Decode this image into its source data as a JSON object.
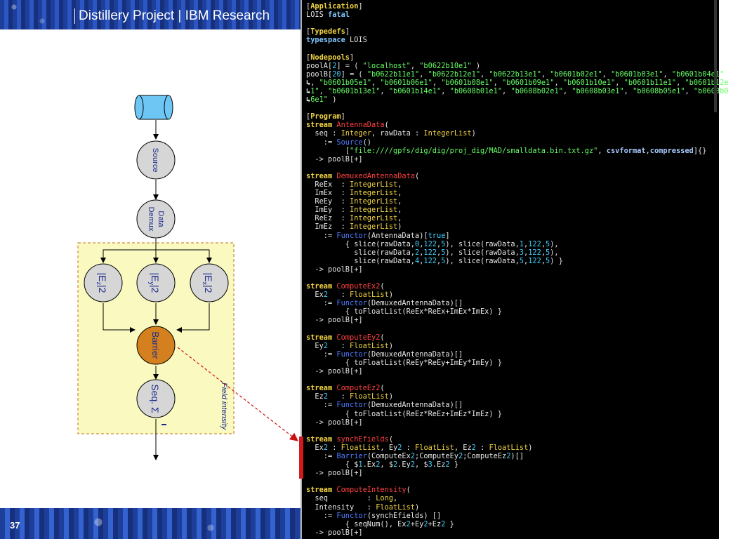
{
  "slide": {
    "title": "Distillery Project | IBM Research",
    "page_number": "37"
  },
  "diagram": {
    "source_label": "Source",
    "demux_label_line1": "Data",
    "demux_label_line2": "Demux",
    "ez_label": "|E",
    "ey_label": "|E",
    "ex_label": "|E",
    "ez_sub": "z",
    "ey_sub": "y",
    "ex_sub": "x",
    "sq": "|2",
    "barrier_label": "Barrier",
    "seq_label": "Seq. Σ",
    "field_intensity_label": "Field intensity",
    "colors": {
      "cylinder_fill": "#6ec6f5",
      "node_fill": "#d6d6d6",
      "barrier_fill": "#d4801e",
      "box_fill": "#fafac0",
      "box_border": "#c0701a",
      "callout": "#cc1111",
      "text": "#1a2a8a"
    }
  },
  "code": {
    "lines": [
      [
        [
          "tk-bracket",
          "["
        ],
        [
          "tk-section",
          "Application"
        ],
        [
          "tk-bracket",
          "]"
        ]
      ],
      [
        [
          "tk-plain",
          "LOIS "
        ],
        [
          "tk-kw2",
          "fatal"
        ]
      ],
      [],
      [
        [
          "tk-bracket",
          "["
        ],
        [
          "tk-section",
          "Typedefs"
        ],
        [
          "tk-bracket",
          "]"
        ]
      ],
      [
        [
          "tk-kw2",
          "typespace"
        ],
        [
          "tk-plain",
          " LOIS"
        ]
      ],
      [],
      [
        [
          "tk-bracket",
          "["
        ],
        [
          "tk-section",
          "Nodepools"
        ],
        [
          "tk-bracket",
          "]"
        ]
      ],
      [
        [
          "tk-plain",
          "poolA["
        ],
        [
          "tk-num",
          "2"
        ],
        [
          "tk-plain",
          "] = ( "
        ],
        [
          "tk-str",
          "\"localhost\""
        ],
        [
          "tk-plain",
          ", "
        ],
        [
          "tk-str",
          "\"b0622b10e1\""
        ],
        [
          "tk-plain",
          " )"
        ]
      ],
      [
        [
          "tk-plain",
          "poolB["
        ],
        [
          "tk-num",
          "20"
        ],
        [
          "tk-plain",
          "] = ( "
        ],
        [
          "tk-str",
          "\"b0622b11e1\""
        ],
        [
          "tk-plain",
          ", "
        ],
        [
          "tk-str",
          "\"b0622b12e1\""
        ],
        [
          "tk-plain",
          ", "
        ],
        [
          "tk-str",
          "\"b0622b13e1\""
        ],
        [
          "tk-plain",
          ", "
        ],
        [
          "tk-str",
          "\"b0601b02e1\""
        ],
        [
          "tk-plain",
          ", "
        ],
        [
          "tk-str",
          "\"b0601b03e1\""
        ],
        [
          "tk-plain",
          ", "
        ],
        [
          "tk-str",
          "\"b0601b04e1\""
        ],
        [
          "tk-wrap",
          "↴"
        ]
      ],
      [
        [
          "tk-wrap",
          "↳"
        ],
        [
          "tk-plain",
          ", "
        ],
        [
          "tk-str",
          "\"b0601b05e1\""
        ],
        [
          "tk-plain",
          ", "
        ],
        [
          "tk-str",
          "\"b0601b06e1\""
        ],
        [
          "tk-plain",
          ", "
        ],
        [
          "tk-str",
          "\"b0601b08e1\""
        ],
        [
          "tk-plain",
          ", "
        ],
        [
          "tk-str",
          "\"b0601b09e1\""
        ],
        [
          "tk-plain",
          ", "
        ],
        [
          "tk-str",
          "\"b0601b10e1\""
        ],
        [
          "tk-plain",
          ", "
        ],
        [
          "tk-str",
          "\"b0601b11e1\""
        ],
        [
          "tk-plain",
          ", "
        ],
        [
          "tk-str",
          "\"b0601b12e"
        ],
        [
          "tk-wrap",
          "↴"
        ]
      ],
      [
        [
          "tk-wrap",
          "↳"
        ],
        [
          "tk-str",
          "1\""
        ],
        [
          "tk-plain",
          ", "
        ],
        [
          "tk-str",
          "\"b0601b13e1\""
        ],
        [
          "tk-plain",
          ", "
        ],
        [
          "tk-str",
          "\"b0601b14e1\""
        ],
        [
          "tk-plain",
          ", "
        ],
        [
          "tk-str",
          "\"b0608b01e1\""
        ],
        [
          "tk-plain",
          ", "
        ],
        [
          "tk-str",
          "\"b0608b02e1\""
        ],
        [
          "tk-plain",
          ", "
        ],
        [
          "tk-str",
          "\"b0608b03e1\""
        ],
        [
          "tk-plain",
          ", "
        ],
        [
          "tk-str",
          "\"b0608b05e1\""
        ],
        [
          "tk-plain",
          ", "
        ],
        [
          "tk-str",
          "\"b0608b0"
        ],
        [
          "tk-wrap",
          "↴"
        ]
      ],
      [
        [
          "tk-wrap",
          "↳"
        ],
        [
          "tk-str",
          "6e1\""
        ],
        [
          "tk-plain",
          " )"
        ]
      ],
      [],
      [
        [
          "tk-bracket",
          "["
        ],
        [
          "tk-section",
          "Program"
        ],
        [
          "tk-bracket",
          "]"
        ]
      ],
      [
        [
          "tk-kw",
          "stream"
        ],
        [
          "tk-plain",
          " "
        ],
        [
          "tk-name",
          "AntennaData"
        ],
        [
          "tk-plain",
          "("
        ]
      ],
      [
        [
          "tk-plain",
          "  seq : "
        ],
        [
          "tk-type",
          "Integer"
        ],
        [
          "tk-plain",
          ", rawData : "
        ],
        [
          "tk-type",
          "IntegerList"
        ],
        [
          "tk-plain",
          ")"
        ]
      ],
      [
        [
          "tk-plain",
          "    := "
        ],
        [
          "tk-fn",
          "Source"
        ],
        [
          "tk-plain",
          "()"
        ]
      ],
      [
        [
          "tk-plain",
          "         ["
        ],
        [
          "tk-str",
          "\"file:////gpfs/dig/dig/proj_dig/MAD/smalldata.bin.txt.gz\""
        ],
        [
          "tk-plain",
          ", "
        ],
        [
          "tk-opt",
          "csvformat"
        ],
        [
          "tk-plain",
          ","
        ],
        [
          "tk-opt",
          "compressed"
        ],
        [
          "tk-plain",
          "]{}"
        ]
      ],
      [
        [
          "tk-plain",
          "  -> poolB[+]"
        ]
      ],
      [],
      [
        [
          "tk-kw",
          "stream"
        ],
        [
          "tk-plain",
          " "
        ],
        [
          "tk-name",
          "DemuxedAntennaData"
        ],
        [
          "tk-plain",
          "("
        ]
      ],
      [
        [
          "tk-plain",
          "  ReEx  : "
        ],
        [
          "tk-type",
          "IntegerList"
        ],
        [
          "tk-plain",
          ","
        ]
      ],
      [
        [
          "tk-plain",
          "  ImEx  : "
        ],
        [
          "tk-type",
          "IntegerList"
        ],
        [
          "tk-plain",
          ","
        ]
      ],
      [
        [
          "tk-plain",
          "  ReEy  : "
        ],
        [
          "tk-type",
          "IntegerList"
        ],
        [
          "tk-plain",
          ","
        ]
      ],
      [
        [
          "tk-plain",
          "  ImEy  : "
        ],
        [
          "tk-type",
          "IntegerList"
        ],
        [
          "tk-plain",
          ","
        ]
      ],
      [
        [
          "tk-plain",
          "  ReEz  : "
        ],
        [
          "tk-type",
          "IntegerList"
        ],
        [
          "tk-plain",
          ","
        ]
      ],
      [
        [
          "tk-plain",
          "  ImEz  : "
        ],
        [
          "tk-type",
          "IntegerList"
        ],
        [
          "tk-plain",
          ")"
        ]
      ],
      [
        [
          "tk-plain",
          "    := "
        ],
        [
          "tk-fn",
          "Functor"
        ],
        [
          "tk-plain",
          "(AntennaData)["
        ],
        [
          "tk-num",
          "true"
        ],
        [
          "tk-plain",
          "]"
        ]
      ],
      [
        [
          "tk-plain",
          "         { slice(rawData,"
        ],
        [
          "tk-num",
          "0"
        ],
        [
          "tk-plain",
          ","
        ],
        [
          "tk-num",
          "122"
        ],
        [
          "tk-plain",
          ","
        ],
        [
          "tk-num",
          "5"
        ],
        [
          "tk-plain",
          "), slice(rawData,"
        ],
        [
          "tk-num",
          "1"
        ],
        [
          "tk-plain",
          ","
        ],
        [
          "tk-num",
          "122"
        ],
        [
          "tk-plain",
          ","
        ],
        [
          "tk-num",
          "5"
        ],
        [
          "tk-plain",
          "),"
        ]
      ],
      [
        [
          "tk-plain",
          "           slice(rawData,"
        ],
        [
          "tk-num",
          "2"
        ],
        [
          "tk-plain",
          ","
        ],
        [
          "tk-num",
          "122"
        ],
        [
          "tk-plain",
          ","
        ],
        [
          "tk-num",
          "5"
        ],
        [
          "tk-plain",
          "), slice(rawData,"
        ],
        [
          "tk-num",
          "3"
        ],
        [
          "tk-plain",
          ","
        ],
        [
          "tk-num",
          "122"
        ],
        [
          "tk-plain",
          ","
        ],
        [
          "tk-num",
          "5"
        ],
        [
          "tk-plain",
          "),"
        ]
      ],
      [
        [
          "tk-plain",
          "           slice(rawData,"
        ],
        [
          "tk-num",
          "4"
        ],
        [
          "tk-plain",
          ","
        ],
        [
          "tk-num",
          "122"
        ],
        [
          "tk-plain",
          ","
        ],
        [
          "tk-num",
          "5"
        ],
        [
          "tk-plain",
          "), slice(rawData,"
        ],
        [
          "tk-num",
          "5"
        ],
        [
          "tk-plain",
          ","
        ],
        [
          "tk-num",
          "122"
        ],
        [
          "tk-plain",
          ","
        ],
        [
          "tk-num",
          "5"
        ],
        [
          "tk-plain",
          ") }"
        ]
      ],
      [
        [
          "tk-plain",
          "  -> poolB[+]"
        ]
      ],
      [],
      [
        [
          "tk-kw",
          "stream"
        ],
        [
          "tk-plain",
          " "
        ],
        [
          "tk-name",
          "ComputeEx2"
        ],
        [
          "tk-plain",
          "("
        ]
      ],
      [
        [
          "tk-plain",
          "  Ex"
        ],
        [
          "tk-num",
          "2"
        ],
        [
          "tk-plain",
          "   : "
        ],
        [
          "tk-type",
          "FloatList"
        ],
        [
          "tk-plain",
          ")"
        ]
      ],
      [
        [
          "tk-plain",
          "    := "
        ],
        [
          "tk-fn",
          "Functor"
        ],
        [
          "tk-plain",
          "(DemuxedAntennaData)[]"
        ]
      ],
      [
        [
          "tk-plain",
          "         { toFloatList(ReEx*ReEx+ImEx*ImEx) }"
        ]
      ],
      [
        [
          "tk-plain",
          "  -> poolB[+]"
        ]
      ],
      [],
      [
        [
          "tk-kw",
          "stream"
        ],
        [
          "tk-plain",
          " "
        ],
        [
          "tk-name",
          "ComputeEy2"
        ],
        [
          "tk-plain",
          "("
        ]
      ],
      [
        [
          "tk-plain",
          "  Ey"
        ],
        [
          "tk-num",
          "2"
        ],
        [
          "tk-plain",
          "   : "
        ],
        [
          "tk-type",
          "FloatList"
        ],
        [
          "tk-plain",
          ")"
        ]
      ],
      [
        [
          "tk-plain",
          "    := "
        ],
        [
          "tk-fn",
          "Functor"
        ],
        [
          "tk-plain",
          "(DemuxedAntennaData)[]"
        ]
      ],
      [
        [
          "tk-plain",
          "         { toFloatList(ReEy*ReEy+ImEy*ImEy) }"
        ]
      ],
      [
        [
          "tk-plain",
          "  -> poolB[+]"
        ]
      ],
      [],
      [
        [
          "tk-kw",
          "stream"
        ],
        [
          "tk-plain",
          " "
        ],
        [
          "tk-name",
          "ComputeEz2"
        ],
        [
          "tk-plain",
          "("
        ]
      ],
      [
        [
          "tk-plain",
          "  Ez"
        ],
        [
          "tk-num",
          "2"
        ],
        [
          "tk-plain",
          "   : "
        ],
        [
          "tk-type",
          "FloatList"
        ],
        [
          "tk-plain",
          ")"
        ]
      ],
      [
        [
          "tk-plain",
          "    := "
        ],
        [
          "tk-fn",
          "Functor"
        ],
        [
          "tk-plain",
          "(DemuxedAntennaData)[]"
        ]
      ],
      [
        [
          "tk-plain",
          "         { toFloatList(ReEz*ReEz+ImEz*ImEz) }"
        ]
      ],
      [
        [
          "tk-plain",
          "  -> poolB[+]"
        ]
      ],
      [],
      [
        [
          "tk-kw",
          "stream"
        ],
        [
          "tk-plain",
          " "
        ],
        [
          "tk-name",
          "synchEfields"
        ],
        [
          "tk-plain",
          "("
        ]
      ],
      [
        [
          "tk-plain",
          "  Ex"
        ],
        [
          "tk-num",
          "2"
        ],
        [
          "tk-plain",
          " : "
        ],
        [
          "tk-type",
          "FloatList"
        ],
        [
          "tk-plain",
          ", Ey"
        ],
        [
          "tk-num",
          "2"
        ],
        [
          "tk-plain",
          " : "
        ],
        [
          "tk-type",
          "FloatList"
        ],
        [
          "tk-plain",
          ", Ez"
        ],
        [
          "tk-num",
          "2"
        ],
        [
          "tk-plain",
          " : "
        ],
        [
          "tk-type",
          "FloatList"
        ],
        [
          "tk-plain",
          ")"
        ]
      ],
      [
        [
          "tk-plain",
          "    := "
        ],
        [
          "tk-fn",
          "Barrier"
        ],
        [
          "tk-plain",
          "(ComputeEx"
        ],
        [
          "tk-num",
          "2"
        ],
        [
          "tk-plain",
          ";ComputeEy"
        ],
        [
          "tk-num",
          "2"
        ],
        [
          "tk-plain",
          ";ComputeEz"
        ],
        [
          "tk-num",
          "2"
        ],
        [
          "tk-plain",
          ")[]"
        ]
      ],
      [
        [
          "tk-plain",
          "         { $"
        ],
        [
          "tk-num",
          "1"
        ],
        [
          "tk-plain",
          ".Ex"
        ],
        [
          "tk-num",
          "2"
        ],
        [
          "tk-plain",
          ", $"
        ],
        [
          "tk-num",
          "2"
        ],
        [
          "tk-plain",
          ".Ey"
        ],
        [
          "tk-num",
          "2"
        ],
        [
          "tk-plain",
          ", $"
        ],
        [
          "tk-num",
          "3"
        ],
        [
          "tk-plain",
          ".Ez"
        ],
        [
          "tk-num",
          "2"
        ],
        [
          "tk-plain",
          " }"
        ]
      ],
      [
        [
          "tk-plain",
          "  -> poolB[+]"
        ]
      ],
      [],
      [
        [
          "tk-kw",
          "stream"
        ],
        [
          "tk-plain",
          " "
        ],
        [
          "tk-name",
          "ComputeIntensity"
        ],
        [
          "tk-plain",
          "("
        ]
      ],
      [
        [
          "tk-plain",
          "  seq         : "
        ],
        [
          "tk-type",
          "Long"
        ],
        [
          "tk-plain",
          ","
        ]
      ],
      [
        [
          "tk-plain",
          "  Intensity   : "
        ],
        [
          "tk-type",
          "FloatList"
        ],
        [
          "tk-plain",
          ")"
        ]
      ],
      [
        [
          "tk-plain",
          "    := "
        ],
        [
          "tk-fn",
          "Functor"
        ],
        [
          "tk-plain",
          "(synchEfields) []"
        ]
      ],
      [
        [
          "tk-plain",
          "         { seqNum(), Ex"
        ],
        [
          "tk-num",
          "2"
        ],
        [
          "tk-plain",
          "+Ey"
        ],
        [
          "tk-num",
          "2"
        ],
        [
          "tk-plain",
          "+Ez"
        ],
        [
          "tk-num",
          "2"
        ],
        [
          "tk-plain",
          " }"
        ]
      ],
      [
        [
          "tk-plain",
          "  -> poolB[+]"
        ]
      ]
    ]
  }
}
